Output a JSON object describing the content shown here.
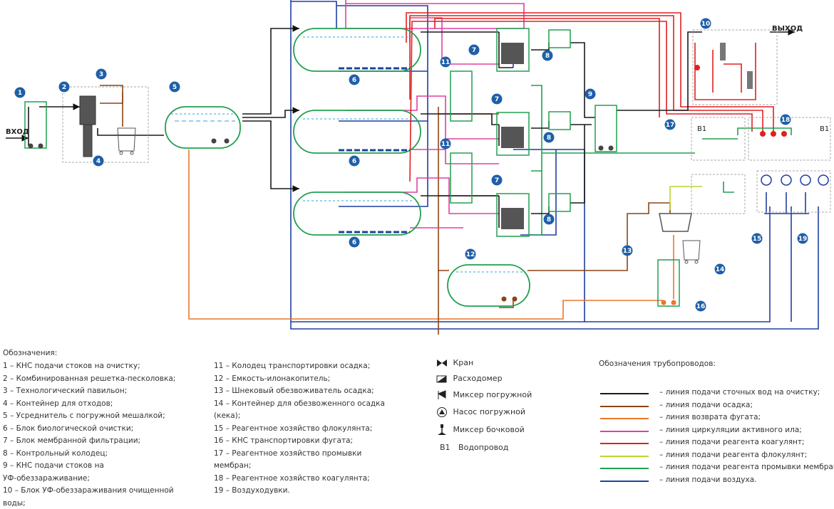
{
  "labels": {
    "inlet": "ВХОД",
    "outlet": "ВЫХОД",
    "water_supply": "В1"
  },
  "callouts": [
    "1",
    "2",
    "3",
    "4",
    "5",
    "6",
    "7",
    "8",
    "9",
    "10",
    "11",
    "12",
    "13",
    "14",
    "15",
    "16",
    "17",
    "18",
    "19"
  ],
  "legend": {
    "title": "Обозначения:",
    "col1": [
      "1 – КНС подачи стоков на очистку;",
      "2 – Комбинированная решетка-песколовка;",
      "3 – Технологический павильон;",
      "4 – Контейнер для отходов;",
      "5 – Усреднитель с погружной мешалкой;",
      "6 – Блок биологической очистки;",
      "7 – Блок мембранной фильтрации;",
      "8 – Контрольный колодец;",
      "9 – КНС подачи стоков на",
      "УФ-обеззараживание;",
      "10 – Блок УФ-обеззараживания очищенной",
      "воды;"
    ],
    "col2": [
      "11 – Колодец транспортировки осадка;",
      "12 – Емкость-илонакопитель;",
      "13  – Шнековый обезвоживатель осадка;",
      "14 – Контейнер для обезвоженного осадка",
      "(кека);",
      "15 – Реагентное хозяйство флокулянта;",
      "16 – КНС транспортировки фугата;",
      "17 – Реагентное хозяйство промывки",
      "мембран;",
      "18 – Реагентное хозяйство коагулянта;",
      "19 – Воздуходувки."
    ]
  },
  "symbols": [
    {
      "icon": "valve-icon",
      "label": "Кран"
    },
    {
      "icon": "flowmeter-icon",
      "label": "Расходомер"
    },
    {
      "icon": "submersible-mixer-icon",
      "label": "Миксер погружной"
    },
    {
      "icon": "submersible-pump-icon",
      "label": "Насос погружной"
    },
    {
      "icon": "barrel-mixer-icon",
      "label": "Миксер бочковой"
    },
    {
      "icon": "water-supply-icon",
      "code": "В1",
      "label": "Водопровод"
    }
  ],
  "pipes": {
    "title": "Обозначения трубопроводов:",
    "items": [
      {
        "label": "– линия подачи сточных вод на очистку;",
        "color": "#1a1a1a"
      },
      {
        "label": "– линия подачи осадка;",
        "color": "#8b4513"
      },
      {
        "label": "– линия возврата фугата;",
        "color": "#e8772e"
      },
      {
        "label": "– линия циркуляции активного ила;",
        "color": "#e040a0"
      },
      {
        "label": "– линия подачи реагента коагулянт;",
        "color": "#e02020"
      },
      {
        "label": "– линия подачи реагента флокулянт;",
        "color": "#b8d630"
      },
      {
        "label": "– линия подачи реагента промывки мембран;",
        "color": "#20a050"
      },
      {
        "label": "– линия подачи воздуха.",
        "color": "#1f3fa0"
      }
    ]
  }
}
